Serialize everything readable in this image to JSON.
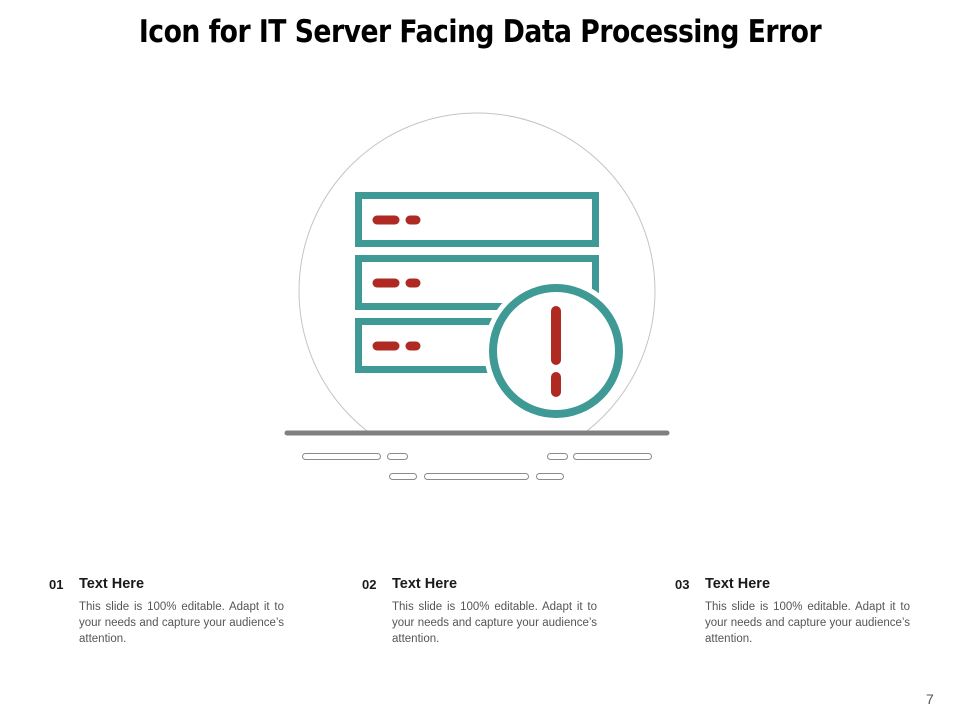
{
  "slide": {
    "title": "Icon for IT Server Facing Data Processing Error",
    "page_number": "7"
  },
  "colors": {
    "teal": "#3f9a96",
    "red": "#b02a24",
    "base_gray": "#808080",
    "outline_gray": "#bdbdbd"
  },
  "illustration": {
    "icon": "server-error-icon",
    "server_units": 3,
    "alert_glyph": "exclamation-mark"
  },
  "points": [
    {
      "number": "01",
      "title": "Text Here",
      "body": "This slide is 100% editable. Adapt it to your needs and capture your audience’s attention."
    },
    {
      "number": "02",
      "title": "Text Here",
      "body": "This slide is 100% editable. Adapt it to your needs and capture your audience’s attention."
    },
    {
      "number": "03",
      "title": "Text Here",
      "body": "This slide is 100% editable. Adapt it to your needs and capture your audience’s attention."
    }
  ]
}
